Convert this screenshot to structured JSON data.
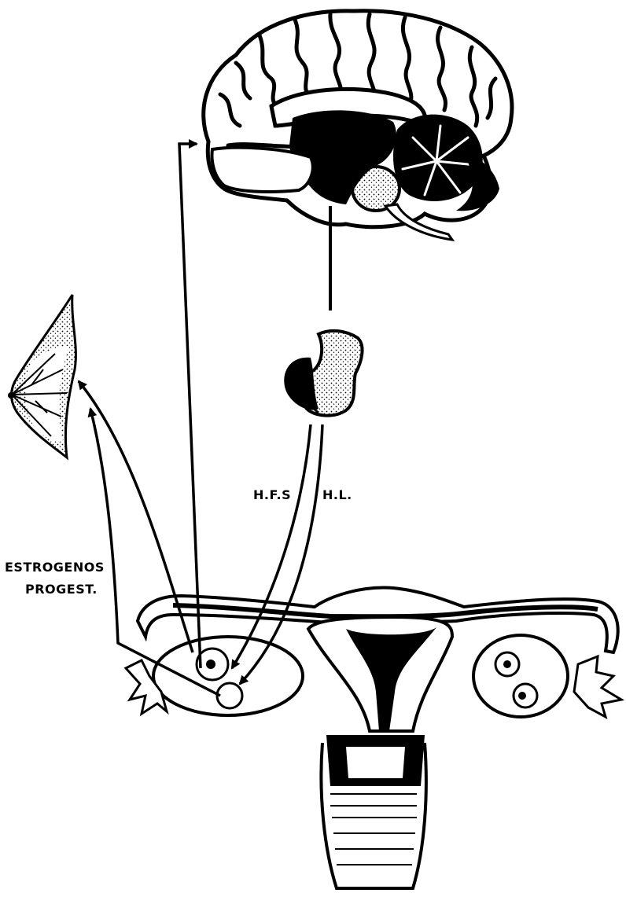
{
  "labels": {
    "hfs": "H.F.S",
    "hl": "H.L.",
    "estrogenos": "ESTROGENOS",
    "progest": "PROGEST."
  },
  "colors": {
    "ink": "#000000",
    "paper": "#ffffff"
  }
}
